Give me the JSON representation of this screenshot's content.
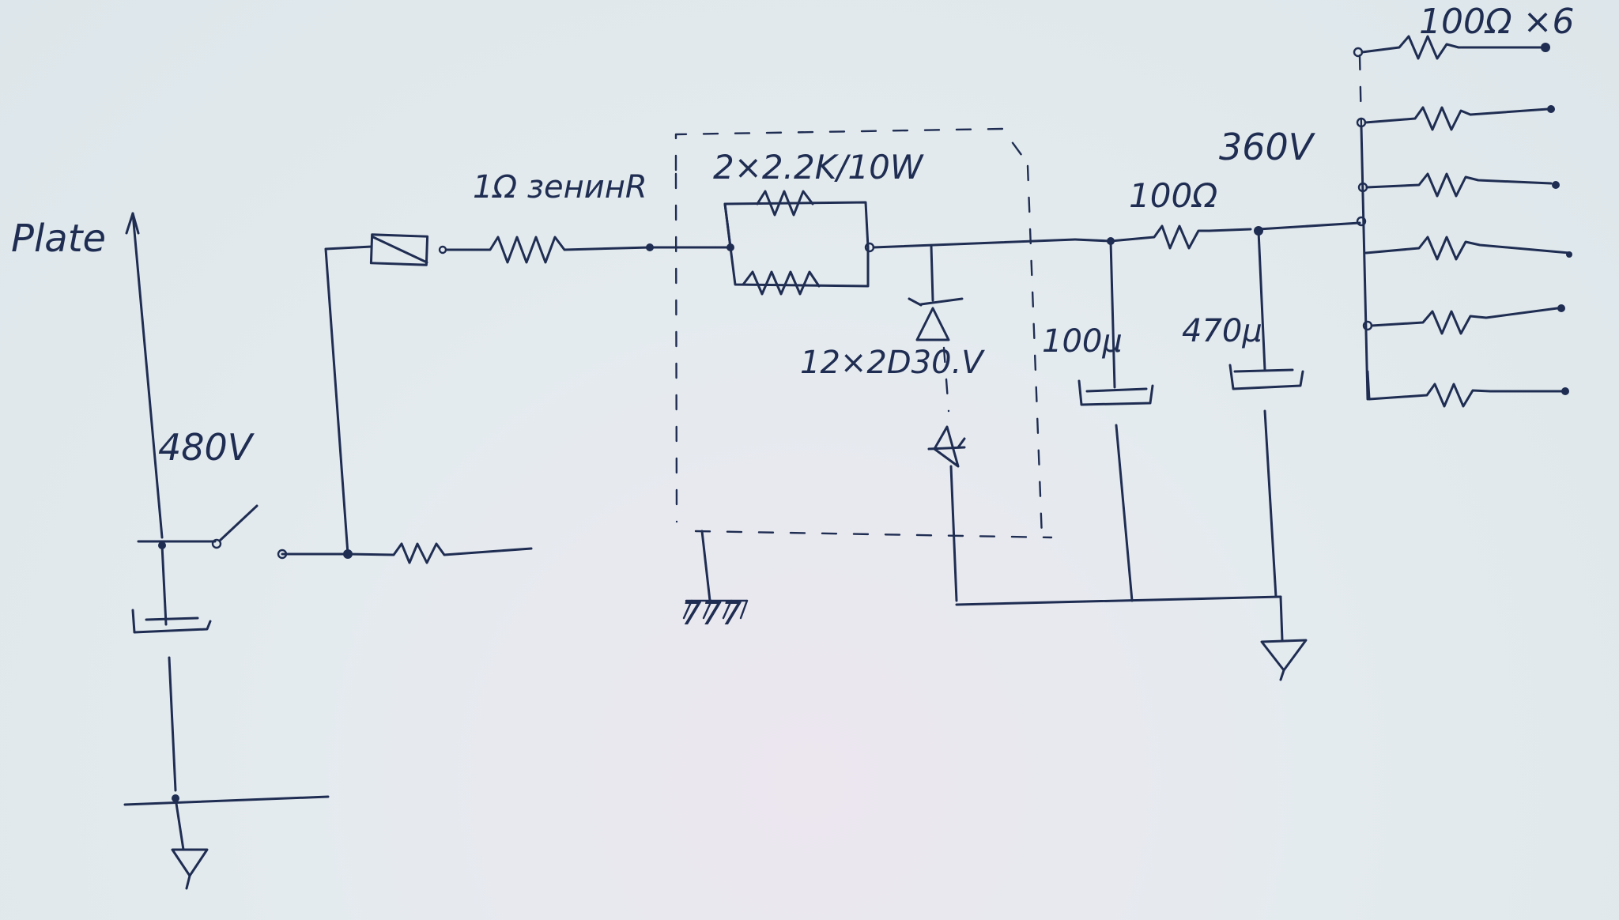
{
  "labels": {
    "plate": "Plate",
    "v480": "480V",
    "r1": "1Ω зенинR",
    "r2": "2×2.2K/10W",
    "zener": "12×2D30.V",
    "c1": "100µ",
    "r3": "100Ω",
    "v360": "360V",
    "c2": "470µ",
    "r6": "100Ω ×6",
    "chassis": "777"
  },
  "colors": {
    "ink": "#1f2d52",
    "paper": "#e4ebef"
  }
}
